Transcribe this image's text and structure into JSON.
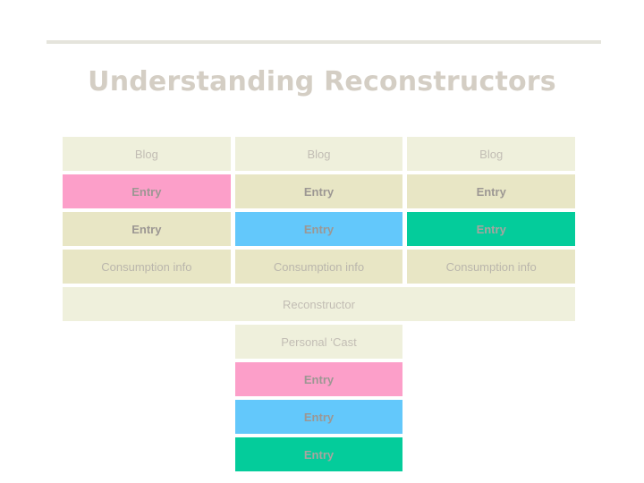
{
  "slide": {
    "title": "Understanding Reconstructors",
    "background_color": "#ffffff",
    "rule_color": "#e5e4dc",
    "title_color": "#d4cec4"
  },
  "palette": {
    "beige_light": "#eff0dc",
    "beige": "#e8e6c5",
    "pink": "#fc9fc9",
    "blue": "#63c8fb",
    "green": "#04cc9b",
    "text_dim": "#c2bdb4",
    "text_bold": "#9c9793"
  },
  "labels": {
    "blog": "Blog",
    "entry": "Entry",
    "consumption_info": "Consumption info",
    "reconstructor": "Reconstructor",
    "personal_cast": "Personal ‘Cast"
  },
  "grid": {
    "columns": 3,
    "rows": [
      {
        "name": "blog-row",
        "cells": [
          {
            "label": "Blog",
            "fill": "beige_light",
            "style": "regular"
          },
          {
            "label": "Blog",
            "fill": "beige_light",
            "style": "regular"
          },
          {
            "label": "Blog",
            "fill": "beige_light",
            "style": "regular"
          }
        ]
      },
      {
        "name": "entry-row-1",
        "cells": [
          {
            "label": "Entry",
            "fill": "pink",
            "style": "bold"
          },
          {
            "label": "Entry",
            "fill": "beige",
            "style": "bold"
          },
          {
            "label": "Entry",
            "fill": "beige",
            "style": "bold"
          }
        ]
      },
      {
        "name": "entry-row-2",
        "cells": [
          {
            "label": "Entry",
            "fill": "beige",
            "style": "bold"
          },
          {
            "label": "Entry",
            "fill": "blue",
            "style": "bold"
          },
          {
            "label": "Entry",
            "fill": "green",
            "style": "bold-soft"
          }
        ]
      },
      {
        "name": "consumption-row",
        "cells": [
          {
            "label": "Consumption info",
            "fill": "beige",
            "style": "regular"
          },
          {
            "label": "Consumption info",
            "fill": "beige",
            "style": "regular"
          },
          {
            "label": "Consumption info",
            "fill": "beige",
            "style": "regular"
          }
        ]
      }
    ]
  },
  "reconstructor_section": {
    "full_width_bar": {
      "label": "Reconstructor",
      "fill": "beige_light",
      "style": "regular"
    },
    "center_column_rows": [
      {
        "name": "personal-cast-bar",
        "label": "Personal ‘Cast",
        "fill": "beige_light",
        "style": "regular"
      },
      {
        "name": "entry-bar-pink",
        "label": "Entry",
        "fill": "pink",
        "style": "bold"
      },
      {
        "name": "entry-bar-blue",
        "label": "Entry",
        "fill": "blue",
        "style": "bold"
      },
      {
        "name": "entry-bar-green",
        "label": "Entry",
        "fill": "green",
        "style": "bold-soft"
      }
    ]
  }
}
